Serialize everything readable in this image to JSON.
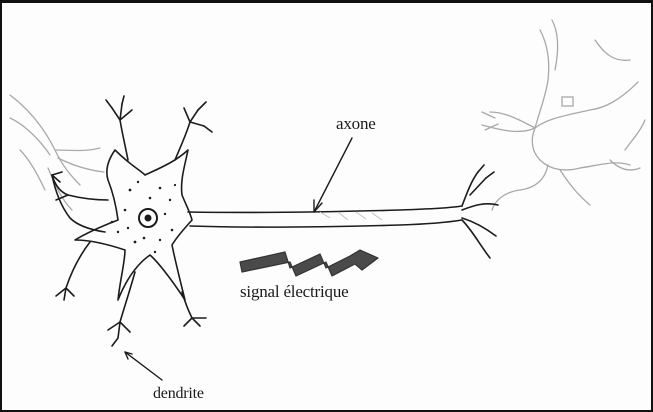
{
  "labels": {
    "axone": "axone",
    "signal": "signal électrique",
    "dendrite": "dendrite"
  },
  "colors": {
    "main_ink": "#1c1c1c",
    "faded_ink": "#a9a9a9",
    "frame": "#111111"
  }
}
